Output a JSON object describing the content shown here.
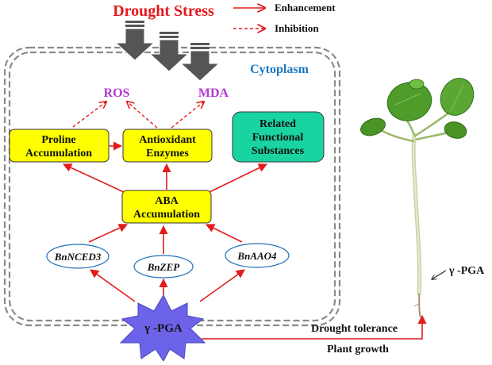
{
  "header": {
    "title": "Drought Stress",
    "legend": {
      "enhancement": "Enhancement",
      "inhibition": "Inhibition"
    }
  },
  "diagram": {
    "compartment": "Cytoplasm",
    "ros": "ROS",
    "mda": "MDA",
    "proline": [
      "Proline",
      "Accumulation"
    ],
    "antioxidant": [
      "Antioxidant",
      "Enzymes"
    ],
    "related": [
      "Related",
      "Functional",
      "Substances"
    ],
    "aba": [
      "ABA",
      "Accumulation"
    ],
    "genes": {
      "nced3": "BnNCED3",
      "zep": "BnZEP",
      "aao4": "BnAAO4"
    },
    "pga": "γ -PGA"
  },
  "plant": {
    "label": "γ -PGA",
    "outcomes": {
      "tolerance": "Drought tolerance",
      "growth": "Plant growth"
    }
  },
  "colors": {
    "red_arrow": "#e31b1b",
    "title_red": "#e3191c",
    "purple": "#b23ad2",
    "yellow_box": "#ffff00",
    "green_box": "#19d3a0",
    "cytoplasm_blue": "#1a78c2",
    "gene_border": "#2070b8",
    "star_fill": "#6d63e8",
    "grey_arrow": "#555555"
  }
}
